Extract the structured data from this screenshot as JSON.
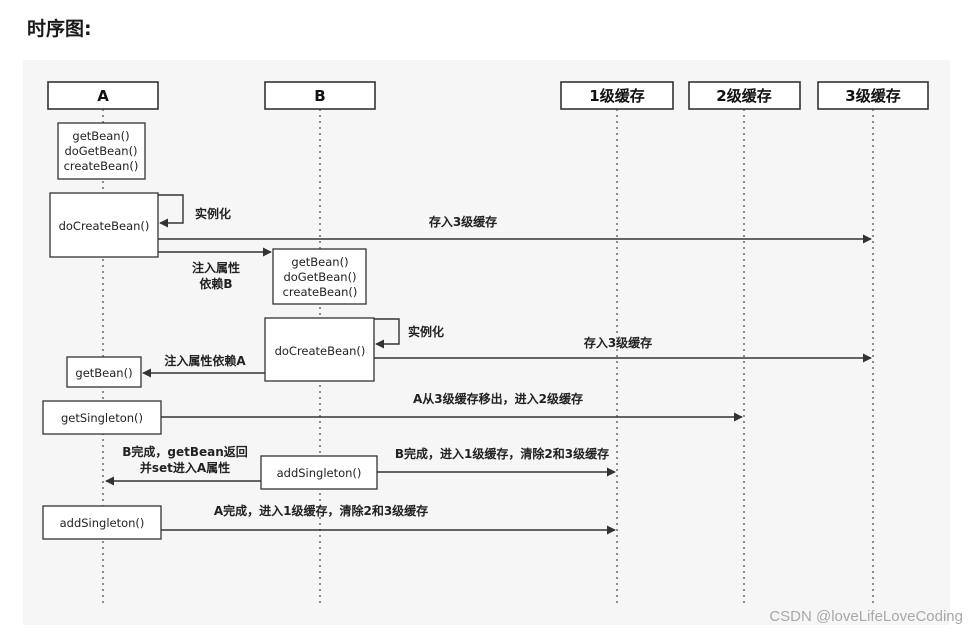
{
  "page_title": "时序图:",
  "watermark": "CSDN @loveLifeLoveCoding",
  "participants": [
    "A",
    "B",
    "1级缓存",
    "2级缓存",
    "3级缓存"
  ],
  "boxes": {
    "a_getbean_group": [
      "getBean()",
      "doGetBean()",
      "createBean()"
    ],
    "a_docreatebean": "doCreateBean()",
    "b_getbean_group": [
      "getBean()",
      "doGetBean()",
      "createBean()"
    ],
    "b_docreatebean": "doCreateBean()",
    "a_getbean": "getBean()",
    "a_getsingleton": "getSingleton()",
    "b_addsingleton": "addSingleton()",
    "a_addsingleton": "addSingleton()"
  },
  "messages": {
    "a_instantiate": "实例化",
    "a_put_l3": "存入3级缓存",
    "a_inject_line1": "注入属性",
    "a_inject_line2": "依赖B",
    "b_instantiate": "实例化",
    "b_put_l3": "存入3级缓存",
    "b_inject_a": "注入属性依赖A",
    "a_move_l3_l2": "A从3级缓存移出，进入2级缓存",
    "b_done_line1": "B完成，getBean返回",
    "b_done_line2": "并set进入A属性",
    "b_to_l1": "B完成，进入1级缓存，清除2和3级缓存",
    "a_to_l1": "A完成，进入1级缓存，清除2和3级缓存"
  }
}
